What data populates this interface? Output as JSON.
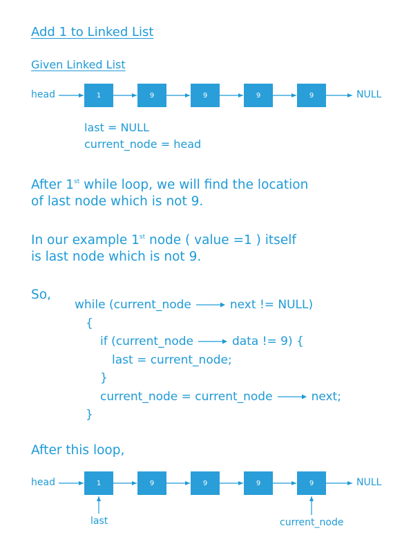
{
  "title": "Add 1 to Linked List",
  "subtitle": "Given Linked List",
  "list1": {
    "head": "head",
    "nodes": [
      "1",
      "9",
      "9",
      "9",
      "9"
    ],
    "null": "NULL"
  },
  "init": {
    "line1": "last = NULL",
    "line2": "current_node = head"
  },
  "para1": {
    "pre": "After 1",
    "sup": "st",
    "post": " while loop, we will find the location",
    "line2": "of last node which is not 9."
  },
  "para2": {
    "pre": "In our example 1",
    "sup": "st",
    "post": " node ( value =1 ) itself",
    "line2": "is last node which is not 9."
  },
  "so": "So,",
  "code": {
    "while_a": "while (current_node",
    "while_b": "next != NULL)",
    "open_brace": "{",
    "if_a": "if (current_node",
    "if_b": "data != 9) {",
    "assign": "last = current_node;",
    "close_if": "}",
    "step_a": "current_node = current_node",
    "step_b": "next;",
    "close_brace": "}"
  },
  "after_loop": "After this loop,",
  "list2": {
    "head": "head",
    "nodes": [
      "1",
      "9",
      "9",
      "9",
      "9"
    ],
    "null": "NULL",
    "last_label": "last",
    "current_label": "current_node"
  },
  "colors": {
    "text": "#1e9ad6",
    "node": "#2a9ed8"
  }
}
